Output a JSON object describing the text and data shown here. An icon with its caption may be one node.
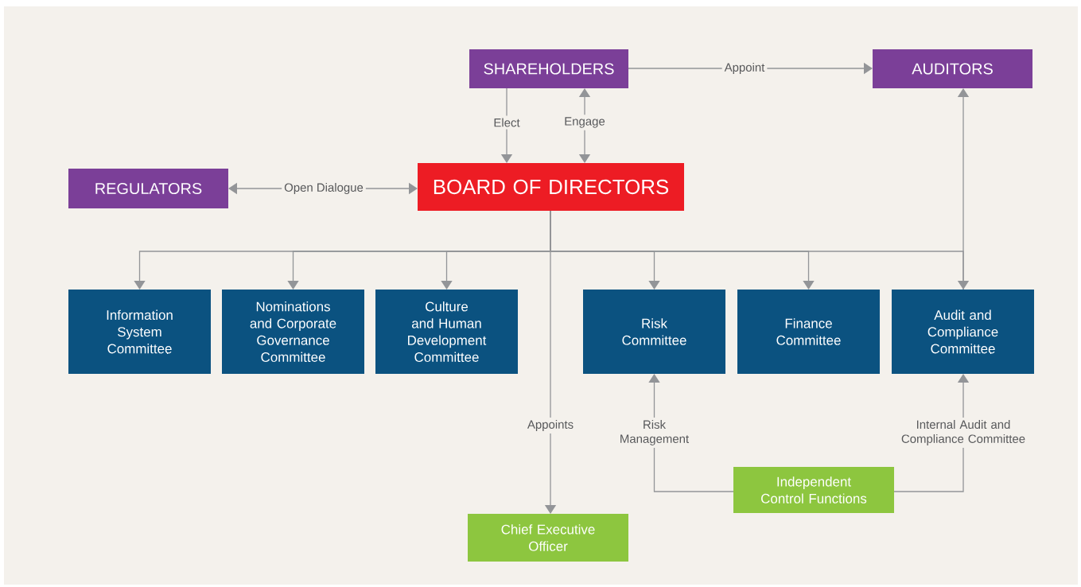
{
  "diagram": {
    "nodes": [
      {
        "text": [
          "SHAREHOLDERS"
        ]
      },
      {
        "text": [
          "AUDITORS"
        ]
      },
      {
        "text": [
          "REGULATORS"
        ]
      },
      {
        "text": [
          "BOARD OF DIRECTORS"
        ]
      },
      {
        "text": [
          "Information System Committee"
        ]
      },
      {
        "text": [
          "Nominations and Corporate Governance Committee"
        ]
      },
      {
        "text": [
          "Culture and Human Development Committee"
        ]
      },
      {
        "text": [
          "Risk Committee"
        ]
      },
      {
        "text": [
          "Finance Committee"
        ]
      },
      {
        "text": [
          "Audit and Compliance Committee"
        ]
      },
      {
        "text": [
          "Chief Executive Officer"
        ]
      },
      {
        "text": [
          "Independent Control Functions"
        ]
      }
    ],
    "edges": [
      {
        "from": 0,
        "to": 3,
        "arrow": "to",
        "label": "Elect"
      },
      {
        "from": 0,
        "to": 3,
        "arrow": "both",
        "label": "Engage"
      },
      {
        "from": 0,
        "to": 1,
        "arrow": "to",
        "label": "Appoint"
      },
      {
        "from": 2,
        "to": 3,
        "arrow": "both",
        "label": "Open Dialogue"
      },
      {
        "from": 3,
        "to": 4,
        "arrow": "to"
      },
      {
        "from": 3,
        "to": 5,
        "arrow": "to"
      },
      {
        "from": 3,
        "to": 6,
        "arrow": "to"
      },
      {
        "from": 3,
        "to": 7,
        "arrow": "to"
      },
      {
        "from": 3,
        "to": 8,
        "arrow": "to"
      },
      {
        "from": 3,
        "to": 9,
        "arrow": "to"
      },
      {
        "from": 9,
        "to": 1,
        "arrow": "to"
      },
      {
        "from": 3,
        "to": 10,
        "arrow": "to",
        "label": "Appoints"
      },
      {
        "from": 11,
        "to": 7,
        "arrow": "to",
        "label": "Risk Management"
      },
      {
        "from": 11,
        "to": 9,
        "arrow": "to",
        "label": "Internal Audit and Compliance Committee"
      }
    ]
  }
}
